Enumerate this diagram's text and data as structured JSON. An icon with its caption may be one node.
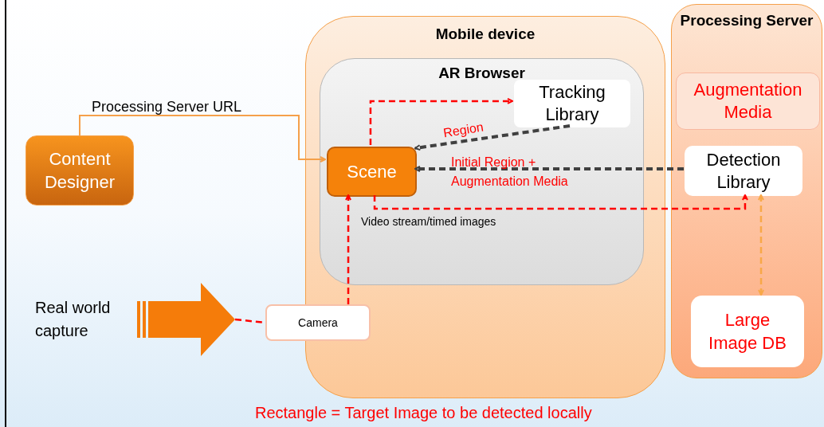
{
  "diagram": {
    "nodes": [
      {
        "text": [
          "Mobile device"
        ]
      },
      {
        "text": [
          "AR Browser"
        ],
        "in": 0
      },
      {
        "text": [
          "Tracking Library"
        ],
        "in": 1
      },
      {
        "text": [
          "Scene"
        ],
        "in": 1
      },
      {
        "text": [
          "Camera"
        ]
      },
      {
        "text": [
          "Processing Server"
        ]
      },
      {
        "text": [
          "Augmentation Media"
        ],
        "in": 5
      },
      {
        "text": [
          "Detection Library"
        ],
        "in": 5
      },
      {
        "text": [
          "Large Image DB"
        ],
        "in": 5
      },
      {
        "text": [
          "Content Designer"
        ]
      },
      {
        "text": [],
        "shape": "arrow",
        "beside": [
          "Real world capture"
        ]
      }
    ],
    "edges": [
      {
        "from": 9,
        "to": 3,
        "arrow": "to",
        "label": "Processing Server URL",
        "color": "#f5a04a"
      },
      {
        "from": 3,
        "to": 2,
        "arrow": "to",
        "style": "dashed",
        "color": "#ff0000"
      },
      {
        "from": 2,
        "to": 3,
        "arrow": "to",
        "label": "Region",
        "style": "dashed",
        "color": "#404040"
      },
      {
        "from": 7,
        "to": 3,
        "arrow": "to",
        "label": "Initial Region + Augmentation Media",
        "style": "dashed",
        "color": "#404040"
      },
      {
        "from": 3,
        "to": 7,
        "arrow": "to",
        "label": "Video stream/timed images",
        "style": "dashed",
        "color": "#ff0000"
      },
      {
        "from": 4,
        "to": 3,
        "arrow": "to",
        "style": "dashed",
        "color": "#ff0000"
      },
      {
        "from": 7,
        "to": 8,
        "arrow": "both",
        "style": "dashed",
        "color": "#f8a848"
      },
      {
        "from": 10,
        "to": 4,
        "arrow": "none",
        "style": "dashed",
        "color": "#ff0000"
      }
    ],
    "labels": [
      "Rectangle = Target Image to be detected locally"
    ]
  }
}
